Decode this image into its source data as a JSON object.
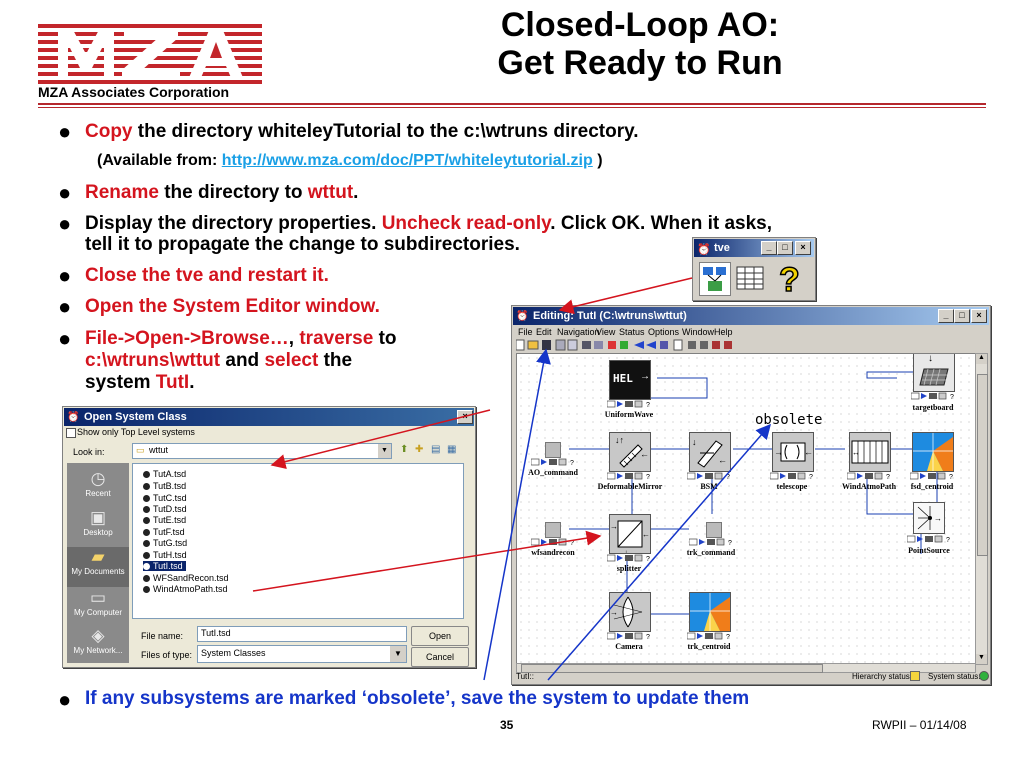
{
  "header": {
    "company": "MZA Associates Corporation",
    "title_line1": "Closed-Loop AO:",
    "title_line2": "Get Ready to Run"
  },
  "bullets": {
    "b1_red": "Copy",
    "b1_text": " the directory whiteleyTutorial to the c:\\wtruns directory.",
    "b1_sub_prefix": "(Available from: ",
    "b1_sub_link": "http://www.mza.com/doc/PPT/whiteleytutorial.zip",
    "b1_sub_suffix": " )",
    "b2_red": "Rename",
    "b2_text": " the directory to ",
    "b2_red2": "wttut",
    "b2_end": ".",
    "b3_text1": "Display the directory properties. ",
    "b3_red": "Uncheck read-only",
    "b3_text2": ". Click OK. When it asks,",
    "b3_line2": "tell it to propagate the change to subdirectories.",
    "b4_red": "Close the tve and restart it.",
    "b5_red": "Open the System Editor window.",
    "b6_red1": "File->Open->Browse…",
    "b6_comma": ", ",
    "b6_red2": "traverse",
    "b6_text1": " to",
    "b6_red3": "c:\\wtruns\\wttut",
    "b6_text2": " and ",
    "b6_red4": "select",
    "b6_text3": " the",
    "b6_text4": "system ",
    "b6_red5": "TutI",
    "b6_end": ".",
    "b7_blue": "If any subsystems are marked ‘obsolete’, save the system to update them"
  },
  "tve": {
    "title": "tve",
    "min": "_",
    "max": "□",
    "close": "×"
  },
  "editor": {
    "title": "Editing:  TutI (C:\\wtruns\\wttut)",
    "menu": [
      "File",
      "Edit",
      "Navigation",
      "View",
      "Status",
      "Options",
      "Window",
      "Help"
    ],
    "blocks": {
      "uniformwave": "UniformWave",
      "targetboard": "targetboard",
      "ao_command": "AO_command",
      "deformablemirror": "DeformableMirror",
      "bsm": "BSM",
      "telescope": "telescope",
      "windatmopath": "WindAtmoPath",
      "fsd_centroid": "fsd_centroid",
      "pointsource": "PointSource",
      "wfsandrecon": "wfsandrecon",
      "splitter": "splitter",
      "trk_command": "trk_command",
      "camera": "Camera",
      "trk_centroid": "trk_centroid"
    },
    "hel": "HEL",
    "obsolete": "obsolete",
    "status_left": "TutI::",
    "hierarchy_status": "Hierarchy status:",
    "system_status": "System status:"
  },
  "osc": {
    "title": "Open System Class",
    "checkbox_label": "Show only Top Level systems",
    "lookin_label": "Look in:",
    "lookin_value": "wttut",
    "places": [
      "Recent",
      "Desktop",
      "My Documents",
      "My Computer",
      "My Network..."
    ],
    "files": [
      "TutA.tsd",
      "TutB.tsd",
      "TutC.tsd",
      "TutD.tsd",
      "TutE.tsd",
      "TutF.tsd",
      "TutG.tsd",
      "TutH.tsd",
      "TutI.tsd",
      "WFSandRecon.tsd",
      "WindAtmoPath.tsd"
    ],
    "filename_label": "File name:",
    "filename_value": "TutI.tsd",
    "filetype_label": "Files of type:",
    "filetype_value": "System Classes",
    "open": "Open",
    "cancel": "Cancel"
  },
  "footer": {
    "page": "35",
    "date": "RWPII – 01/14/08"
  },
  "colors": {
    "red": "#d4141e",
    "blue": "#1535c9",
    "link": "#1aa0e6",
    "rule": "#b5272d"
  }
}
